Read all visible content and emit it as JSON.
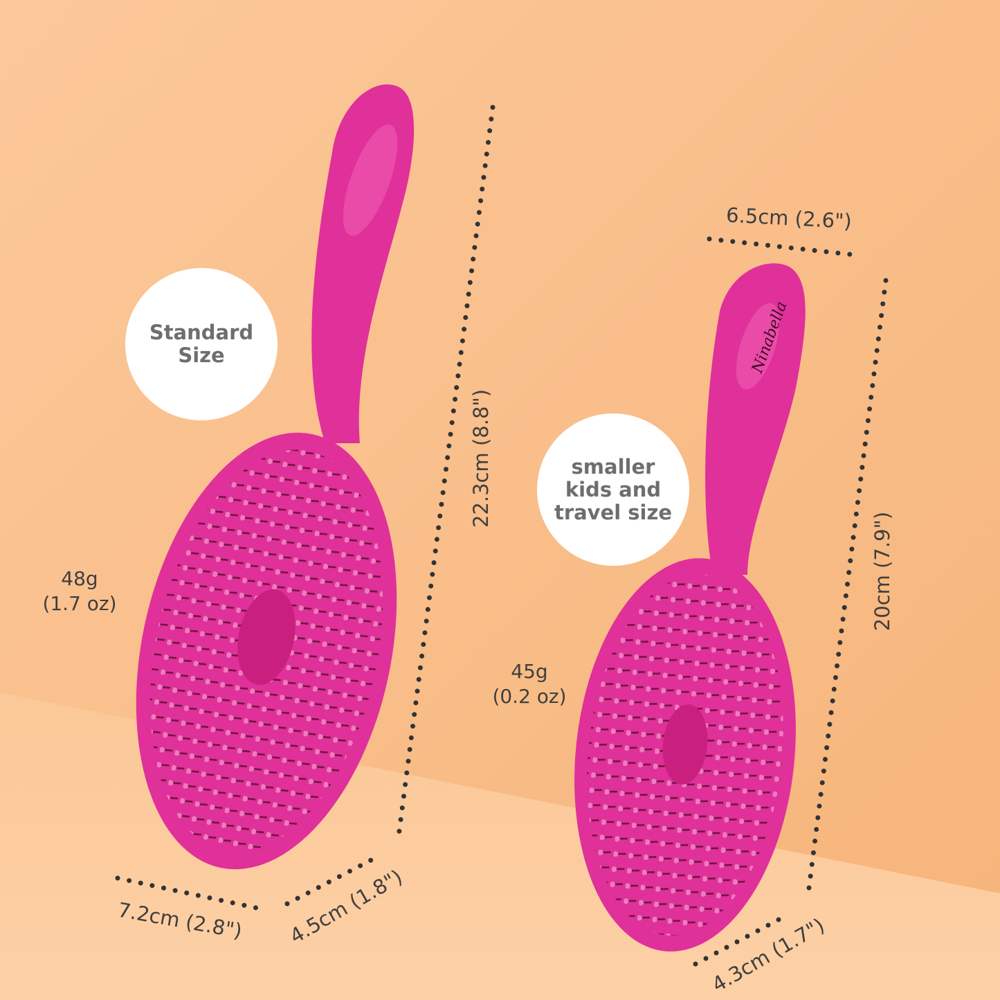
{
  "brand_logo": "Ninabella",
  "badges": {
    "standard": "Standard Size",
    "small": "smaller kids and travel size"
  },
  "standard_brush": {
    "length": "22.3cm (8.8\")",
    "width": "7.2cm (2.8\")",
    "depth": "4.5cm (1.8\")",
    "weight_g": "48g",
    "weight_oz": "(1.7 oz)"
  },
  "small_brush": {
    "length": "20cm (7.9\")",
    "width": "6.5cm (2.6\")",
    "depth": "4.3cm (1.7\")",
    "weight_g": "45g",
    "weight_oz": "(0.2 oz)"
  },
  "colors": {
    "wall": "#f9bd86",
    "floor": "#fbc695",
    "brush": "#e0309a",
    "dots": "#333333"
  }
}
